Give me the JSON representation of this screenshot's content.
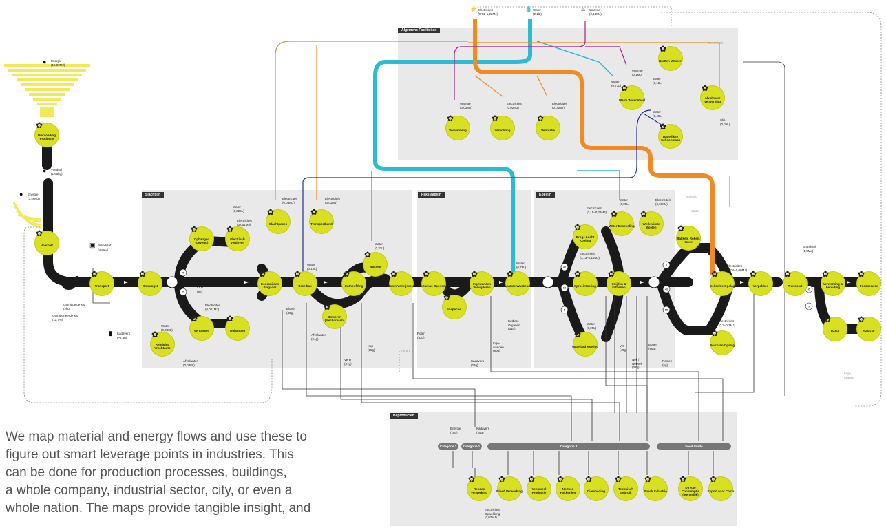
{
  "sections": {
    "algemene": "Algemene Faciliteiten",
    "slachtlijn": "Slachtlijn",
    "pakslaadlijn": "Pakslaadlijn",
    "koellijn": "Koellijn",
    "bijproducten": "Bijproducten"
  },
  "top_inputs": [
    {
      "label": "Electriciteit\n(0,74–1,22MJ)",
      "icon": "electricity-icon"
    },
    {
      "label": "Water\n(2,1lL)",
      "icon": "water-tap-icon"
    },
    {
      "label": "Warmte\n(0,13MJ)",
      "icon": "heat-icon"
    }
  ],
  "left_chain": {
    "energie1": "Energie\n(16,80MJ)",
    "diervoeding": "Diervoeding Productie",
    "voedsel": "Voedsel\n(1,65kg)",
    "energie2": "Energie\n(3,46MJ)",
    "voerbelt": "Voerbelt",
    "gemiddelde": "Gemiddelde Kip\n(2kg)",
    "geimporteerde": "Geïmporteerde Kip\n(11,7%)",
    "transport": "Transport",
    "brandstof": "Brandstof\n(0,5MJ)",
    "kadavers": "Kadavers\n(~2,5g)"
  },
  "nodes": {
    "ontvangst": "Ontvangst",
    "ophangen_levend": "Ophangen (Levend)",
    "electrisch_verdoven": "Electrisch Verdoven",
    "vergassen": "Vergassen",
    "ophangen": "Ophangen",
    "doorsnijden": "Doorsnijden Slagader",
    "reiniging": "Reiniging Vrachtauto",
    "broeibak": "Broeibak",
    "ontveren": "Ontveren (Mechanisch)",
    "onthoofding": "Onthoofding",
    "wassen": "Wassen",
    "poten": "Poten Verwijderen",
    "karkas": "Karkas Openen",
    "inspectie": "Inspectie",
    "ingewanden": "Ingewanden Verwijderen",
    "laatste": "Laatste Wasbeurt",
    "slachtpaces": "Slachtpaces",
    "transportband": "Transportband",
    "droge_lucht": "Droge Lucht Koeling",
    "sproei": "Sproei Koeling",
    "waterbad": "Waterbad Koeling",
    "snijden": "Snijden & Uitbenen",
    "water_benevel": "Water Beneveling",
    "werkruimte": "Werkruimte Koelen",
    "bakken": "Bakken, Roken, Koken",
    "gekoelde": "Gekoelde Opslag",
    "bevroren": "Bevroren Opslag",
    "verpakken": "Verpakken",
    "transport2": "Transport",
    "verwerking_bereiding": "Verwerking & bereiding",
    "foodservice": "Foodservice",
    "retail": "Retail",
    "gebruik": "Gebruik",
    "verwarming": "Verwarming",
    "verlichting": "Verlichting",
    "ventilatie": "Ventilatie",
    "warm_water": "Warm Water Ketel",
    "kratten": "Kratten Wassen",
    "afvalwater": "Afvalwater Verwerking",
    "dagelijkse": "Dagelijkse Schoonmaak",
    "rendac": "Rendac Verwerking",
    "bloed_verw": "Bloed Verwerking",
    "veenmeel": "Veenmeel Productie",
    "nertsen": "Nertsen Fokkerijen",
    "diervoeding2": "Diervoeding",
    "technisch": "Technisch Gebruik",
    "snack": "Snack Industrie",
    "directe": "Directe Consumptie (Menselijk)",
    "export": "Export naar China"
  },
  "resources": {
    "water_a": "Water\n(0,025L)",
    "elec_a": "Electriciteit\n(0,001MJ)",
    "co2": "CO2\n(9g)",
    "elec_b": "Electriciteit\n(0,001MJ)",
    "water_b": "Water\n(0,038L)",
    "afvalwater_b": "Afvalwater\n(0,038L)",
    "elec_slacht": "Electriciteit\n(0,03MJ)",
    "elec_tb": "Electriciteit\n(0,01MJ)",
    "water_c": "Water\n(0,12L)",
    "bloed": "Bloed\n(40g)",
    "afvalwater_c": "Afvalwater\n(24g)",
    "veren": "Veren\n(37g)",
    "kop": "Kop\n(25g)",
    "water_d": "Water\n(0,31L)",
    "poten": "Poten\n(43g)",
    "kadavers2": "Kadavers\n(22g)",
    "ingewanden": "Inge-\nwanden\n(80g)",
    "eetbare": "Eetbare\nOrganen\n(31g)",
    "water_e": "Water\n(0,78L)",
    "elec_droge": "Electriciteit\n(0,15–0,23MJ)",
    "elec_sproei": "Electriciteit\n(0,13–0,18MJ)",
    "water_f": "Water\n(0,05L)",
    "elec_werk": "Electriciteit\n(0,03MJ)",
    "water_g": "Water\n(0,25L)",
    "vet": "Vet\n(40g)",
    "nek": "Nek /\nNekvel\n(22g)",
    "botten": "Botten\n(96g)",
    "resten": "Resten\n(5g)",
    "elec_gekoeld": "Electriciteit\n(0,04–0,09MJ)",
    "elec_bevroren": "Electriciteit\n(0,3–0,7MJ)",
    "brandstof2": "Brandstof\n(1,5MJ)",
    "warmte_grey": "Warmte",
    "water_grey": "Water",
    "elec_grey": "Electriciteit",
    "warmte_verw": "Warmte\n(0,03MJ)",
    "elec_verl": "Electriciteit\n(0,02MJ)",
    "elec_vent": "Electriciteit\n(0,01MJ)",
    "water_h": "Water\n(0,73L)",
    "warmte_h": "Warmte\n(0,1MJ)",
    "water_i": "Water\n(0,12L)",
    "water_j": "Water\n(0,48L)",
    "slib": "Slib\n(0,05L)",
    "energie_bp": "Energie\n(16g)",
    "kadavers_bp": "Kadavers\n(25g)",
    "elec_opw": "Electriciteit\nOpwekking\n(0,07MJ)",
    "lege_kratten": "Lege\nKratten"
  },
  "bars": {
    "cat2": "Categorie 2",
    "cat1": "Categorie 1",
    "cat3": "Categorie 3",
    "food": "Food Grade"
  },
  "percents": [
    "75",
    "25",
    "40",
    "60",
    "5",
    "5",
    "40",
    "55",
    "45",
    "20",
    "5",
    "10",
    "80"
  ],
  "paragraph": [
    "We map material and energy flows and use these to",
    "figure out smart leverage points in industries. This",
    "can be done for production processes, buildings,",
    "a whole company, industrial sector, city, or even a",
    "whole nation. The maps provide tangible insight, and"
  ],
  "colors": {
    "main": "#1a1a1a",
    "node": "#d9e021",
    "water": "#2bbcd4",
    "electricity": "#f08a24",
    "heat": "#a8237f",
    "navy": "#2a2f8a",
    "panel": "#e9e9e9"
  }
}
